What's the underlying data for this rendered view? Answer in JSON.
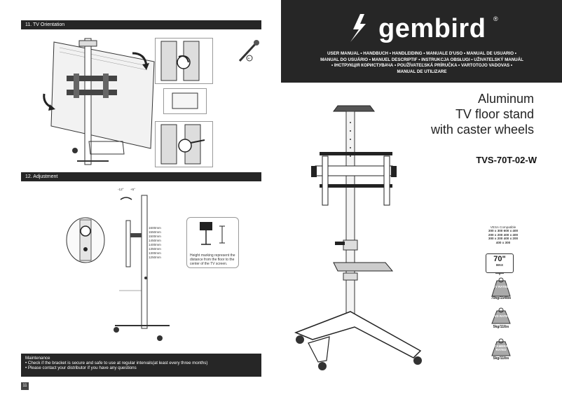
{
  "left_page": {
    "section_11_title": "11. TV Orientation",
    "section_12_title": "12. Adjustment",
    "angle_left": "-12°",
    "angle_right": "+5°",
    "height_marks": [
      "1600mm",
      "1550mm",
      "1500mm",
      "1450mm",
      "1400mm",
      "1350mm",
      "1300mm",
      "1250mm"
    ],
    "height_note": "Height marking represent the distance from the floor to the center of the TV screen.",
    "maintenance_title": "Maintenance",
    "maintenance_items": [
      "Check if the bracket is secure and safe to use at regular intervals(at least every three months)",
      "Please contact your distributor if you have any questions"
    ],
    "page_number": "11"
  },
  "right_page": {
    "brand": "gembird",
    "reg_mark": "®",
    "languages_line1": "USER MANUAL • HANDBUCH • HANDLEIDING • MANUALE D'USO • MANUAL DE USUARIO •",
    "languages_line2": "MANUAL DO USUÁRIO • MANUEL DESCRIPTIF • INSTRUKCJA OBSŁUGI • UŽIVATELSKÝ MANUÁL",
    "languages_line3": "• ІНСТРУКЦІЯ КОРИСТУВАЧА • POUŽÍVATEĽSKÁ PRÍRUČKA • VARTOTOJO VADOVAS •",
    "languages_line4": "MANUAL DE UTILIZARE",
    "title_line1": "Aluminum",
    "title_line2": "TV floor stand",
    "title_line3": "with caster wheels",
    "model": "TVS-70T-02-W",
    "vesa_label": "VESA Compatible",
    "vesa_row1": "300 x 300  600 x 400",
    "vesa_row2": "200 x 200  400 x 400",
    "vesa_row3": "300 x 200  400 x 200",
    "vesa_row4": "400 x 300",
    "size_value": "70\"",
    "size_unit": "MAX",
    "tv_badge": "TV RATED",
    "tv_capacity": "70kg/154lbs",
    "dvd_badge": "DVD RATED",
    "dvd_capacity": "5kg/11lbs",
    "camera_badge": "CAMERA RATED",
    "camera_capacity": "5kg/11lbs"
  }
}
